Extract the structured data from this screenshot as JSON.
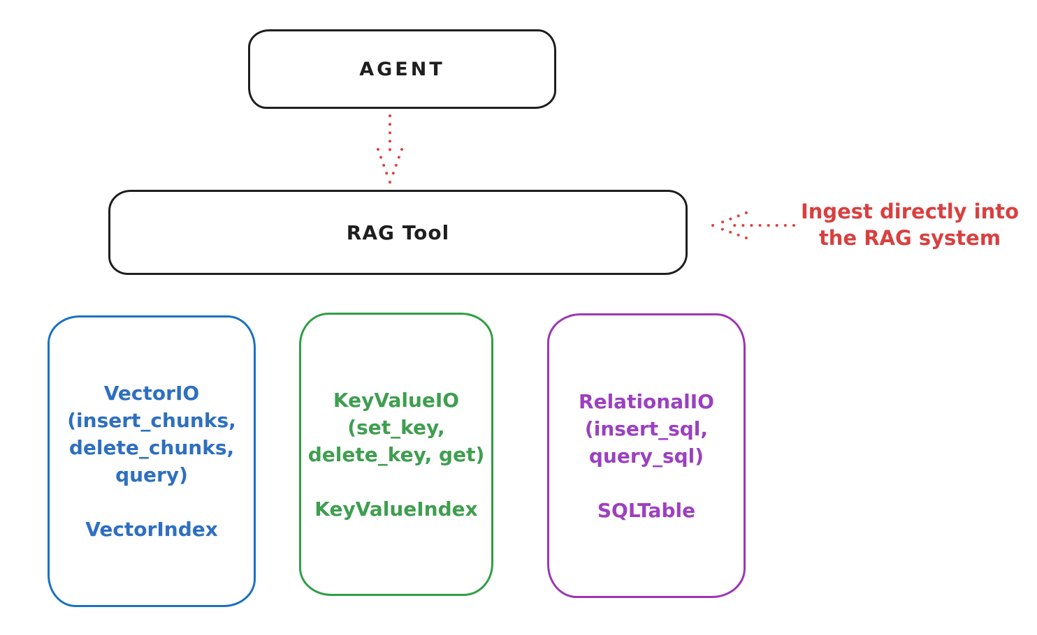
{
  "diagram": {
    "background": "#ffffff",
    "colors": {
      "stroke_black": "#1e1e1e",
      "red": "#db4545",
      "blue": "#1971c2",
      "green": "#2f9e44",
      "purple": "#9c36b5"
    },
    "nodes": {
      "agent": {
        "label": "AGENT"
      },
      "rag_tool": {
        "label": "RAG Tool"
      },
      "vector_io": {
        "label": "VectorIO\n(insert_chunks,\ndelete_chunks,\nquery)\n\nVectorIndex"
      },
      "keyvalue_io": {
        "label": "KeyValueIO\n(set_key,\ndelete_key, get)\n\nKeyValueIndex"
      },
      "relational_io": {
        "label": "RelationalIO\n(insert_sql,\nquery_sql)\n\nSQLTable"
      }
    },
    "annotation": {
      "label": "Ingest directly into\nthe RAG system",
      "color": "#d84040"
    },
    "connectors": {
      "agent_to_rag": "dotted-down-arrow",
      "annotation_to_rag": "dotted-left-arrow"
    }
  }
}
